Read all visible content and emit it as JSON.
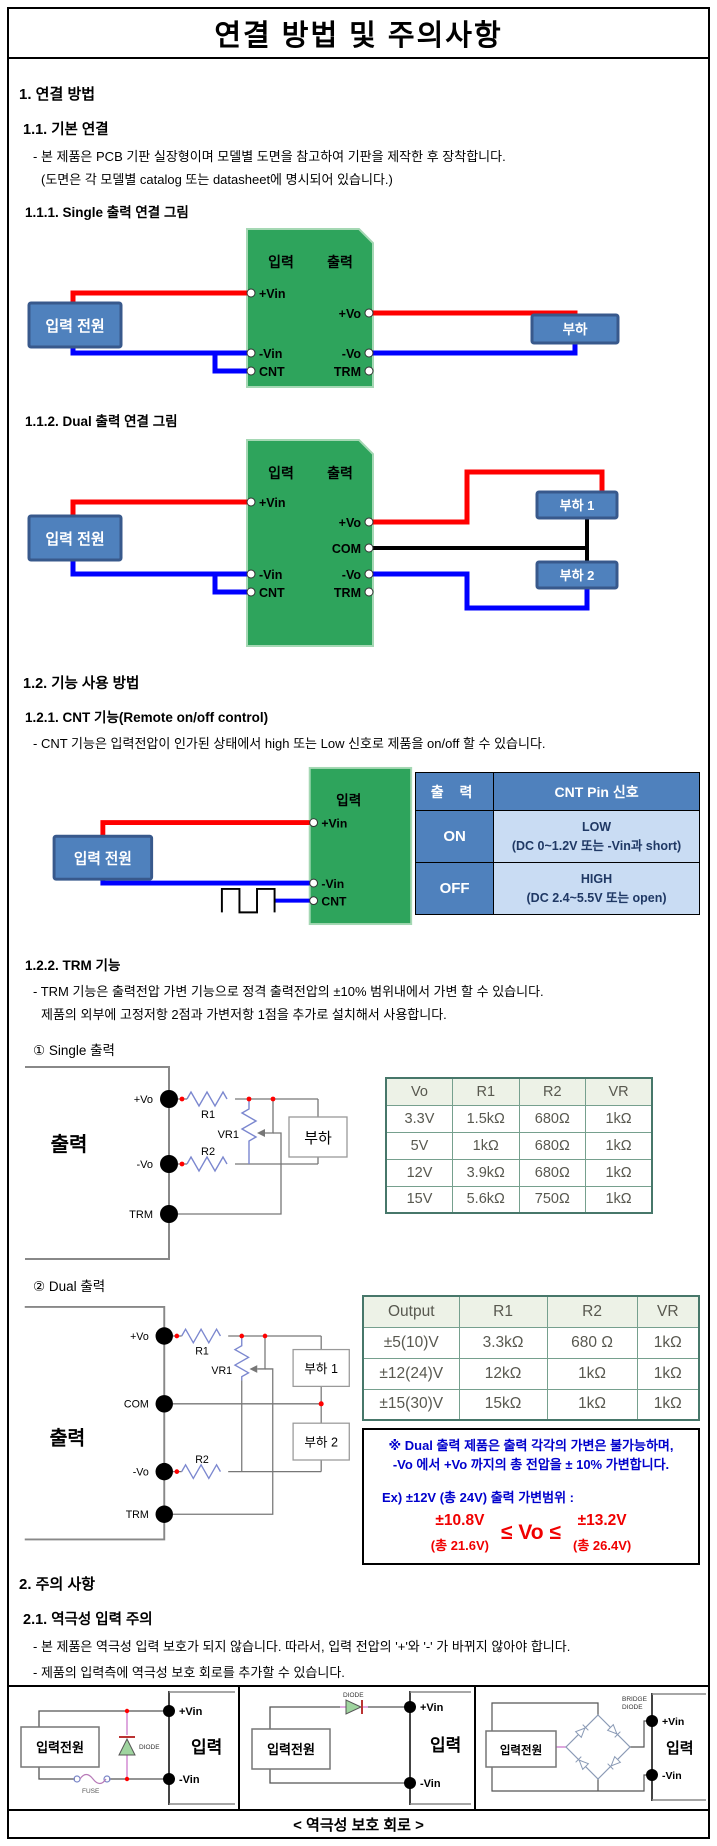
{
  "title": "연결 방법 및 주의사항",
  "sections": {
    "s1": "1. 연결 방법",
    "s1_1": "1.1. 기본 연결",
    "s1_1_body1": "- 본 제품은 PCB 기판 실장형이며 모델별 도면을 참고하여 기판을 제작한 후 장착합니다.",
    "s1_1_body2": "(도면은 각 모델별 catalog 또는 datasheet에 명시되어 있습니다.)",
    "s1_1_1": "1.1.1. Single 출력 연결 그림",
    "s1_1_2": "1.1.2. Dual 출력 연결 그림",
    "s1_2": "1.2. 기능 사용 방법",
    "s1_2_1": "1.2.1. CNT 기능(Remote on/off control)",
    "s1_2_1_body": "- CNT 기능은 입력전압이 인가된 상태에서 high 또는 Low 신호로 제품을 on/off 할 수 있습니다.",
    "s1_2_2": "1.2.2. TRM 기능",
    "s1_2_2_body1": "- TRM 기능은 출력전압 가변 기능으로 정격 출력전압의 ±10% 범위내에서 가변 할 수 있습니다.",
    "s1_2_2_body2": "제품의 외부에 고정저항 2점과 가변저항 1점을 추가로 설치해서 사용합니다.",
    "single_label": "① Single 출력",
    "dual_label": "② Dual 출력",
    "s2": "2. 주의 사항",
    "s2_1": "2.1. 역극성 입력 주의",
    "s2_1_body1": "- 본 제품은 역극성 입력 보호가 되지 않습니다. 따라서, 입력 전압의 '+'와 '-' 가 바뀌지 않아야 합니다.",
    "s2_1_body2": "- 제품의 입력측에 역극성 보호 회로를 추가할 수 있습니다.",
    "caption": "< 역극성 보호 회로 >"
  },
  "labels": {
    "input_side": "입력",
    "output_side": "출력",
    "vin_p": "+Vin",
    "vin_n": "-Vin",
    "cnt": "CNT",
    "vo_p": "+Vo",
    "vo_n": "-Vo",
    "trm": "TRM",
    "com": "COM",
    "input_power": "입력 전원",
    "input_power_compact": "입력전원",
    "load": "부하",
    "load1": "부하 1",
    "load2": "부하 2",
    "output_block": "출력",
    "r1": "R1",
    "r2": "R2",
    "vr1": "VR1",
    "diode": "DIODE",
    "fuse": "FUSE",
    "bridge_line1": "BRIDGE",
    "bridge_line2": "DIODE"
  },
  "cnt_table": {
    "col1": "출 력",
    "col2": "CNT Pin 신호",
    "rows": [
      {
        "state": "ON",
        "signal": "LOW",
        "detail": "(DC 0~1.2V 또는 -Vin과 short)"
      },
      {
        "state": "OFF",
        "signal": "HIGH",
        "detail": "(DC 2.4~5.5V 또는 open)"
      }
    ]
  },
  "single_trm_table": {
    "headers": [
      "Vo",
      "R1",
      "R2",
      "VR"
    ],
    "rows": [
      [
        "3.3V",
        "1.5kΩ",
        "680Ω",
        "1kΩ"
      ],
      [
        "5V",
        "1kΩ",
        "680Ω",
        "1kΩ"
      ],
      [
        "12V",
        "3.9kΩ",
        "680Ω",
        "1kΩ"
      ],
      [
        "15V",
        "5.6kΩ",
        "750Ω",
        "1kΩ"
      ]
    ]
  },
  "dual_trm_table": {
    "headers": [
      "Output",
      "R1",
      "R2",
      "VR"
    ],
    "rows": [
      [
        "±5(10)V",
        "3.3kΩ",
        "680 Ω",
        "1kΩ"
      ],
      [
        "±12(24)V",
        "12kΩ",
        "1kΩ",
        "1kΩ"
      ],
      [
        "±15(30)V",
        "15kΩ",
        "1kΩ",
        "1kΩ"
      ]
    ]
  },
  "note": {
    "line1": "※ Dual 출력 제품은 출력 각각의 가변은 불가능하며,",
    "line2": "-Vo 에서 +Vo 까지의 총 전압을 ± 10% 가변합니다.",
    "example": "Ex) ±12V (총 24V) 출력 가변범위 :",
    "min": "±10.8V",
    "min_total": "(총 21.6V)",
    "op": "≤ Vo ≤",
    "max": "±13.2V",
    "max_total": "(총 26.4V)"
  },
  "colors": {
    "module_green": "#2ea45c",
    "module_green_border": "#a5d8b4",
    "box_blue": "#4f81bd",
    "box_blue_border": "#38598c",
    "wire_red": "#ff0000",
    "wire_blue": "#0000ff",
    "wire_black": "#000000",
    "table_header_blue": "#4f81bd",
    "table_light_blue": "#c9dcf3",
    "note_text_blue": "#0000cc",
    "note_text_red": "#f00000",
    "trm_table_border": "#47776a"
  }
}
